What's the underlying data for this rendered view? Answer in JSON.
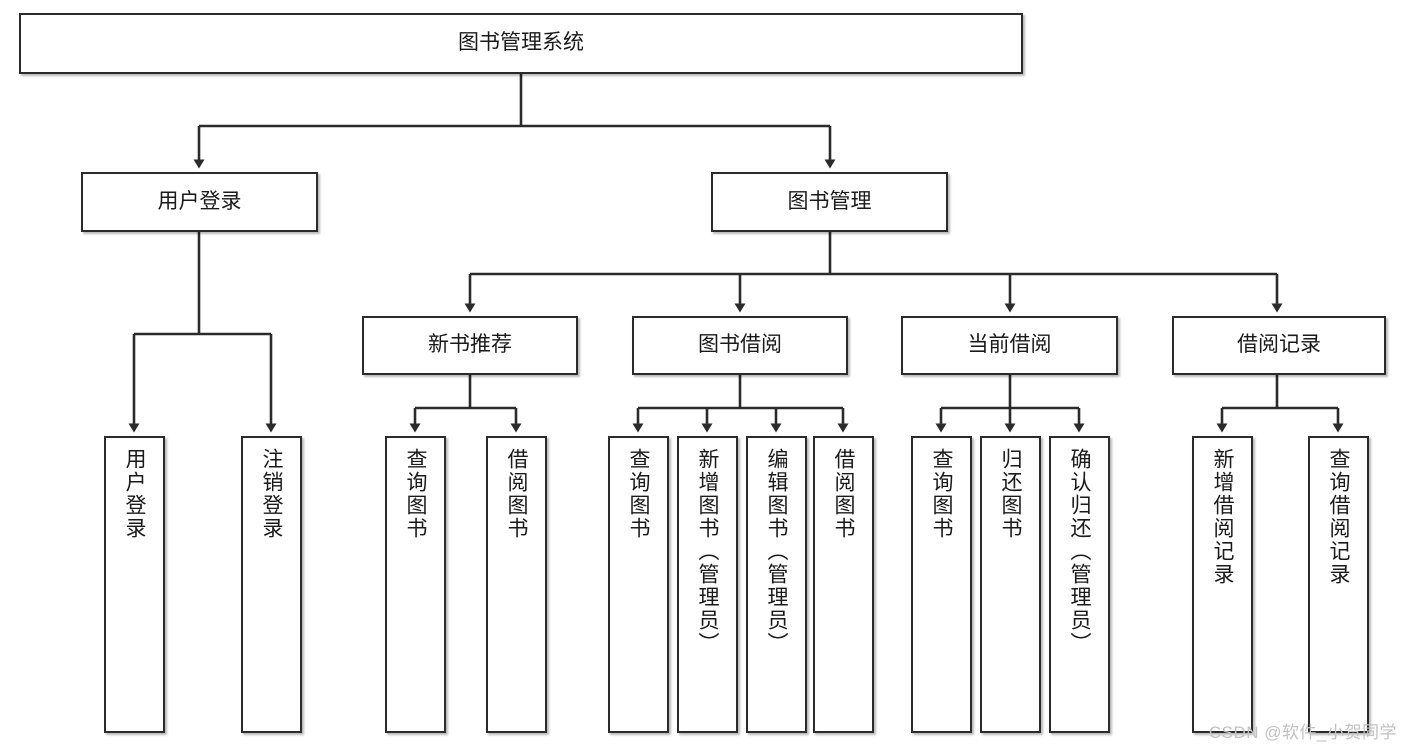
{
  "diagram": {
    "title": "图书管理系统",
    "watermark": "CSDN @软件_小贺同学",
    "colors": {
      "node_border": "#2b2b2b",
      "node_fill": "#ffffff",
      "edge": "#2b2b2b",
      "text": "#1a1a1a",
      "watermark": "#c2c2c2",
      "background": "#ffffff"
    },
    "root": {
      "label": "图书管理系统"
    },
    "level1": [
      {
        "label": "用户登录"
      },
      {
        "label": "图书管理"
      }
    ],
    "level2": [
      {
        "label": "新书推荐"
      },
      {
        "label": "图书借阅"
      },
      {
        "label": "当前借阅"
      },
      {
        "label": "借阅记录"
      }
    ],
    "leaves": {
      "user_login": [
        {
          "label": "用户登录"
        },
        {
          "label": "注销登录"
        }
      ],
      "new_book_recommend": [
        {
          "label": "查询图书"
        },
        {
          "label": "借阅图书"
        }
      ],
      "book_borrow": [
        {
          "label": "查询图书"
        },
        {
          "label": "新增图书（管理员）"
        },
        {
          "label": "编辑图书（管理员）"
        },
        {
          "label": "借阅图书"
        }
      ],
      "current_borrow": [
        {
          "label": "查询图书"
        },
        {
          "label": "归还图书"
        },
        {
          "label": "确认归还（管理员）"
        }
      ],
      "borrow_record": [
        {
          "label": "新增借阅记录"
        },
        {
          "label": "查询借阅记录"
        }
      ]
    }
  }
}
